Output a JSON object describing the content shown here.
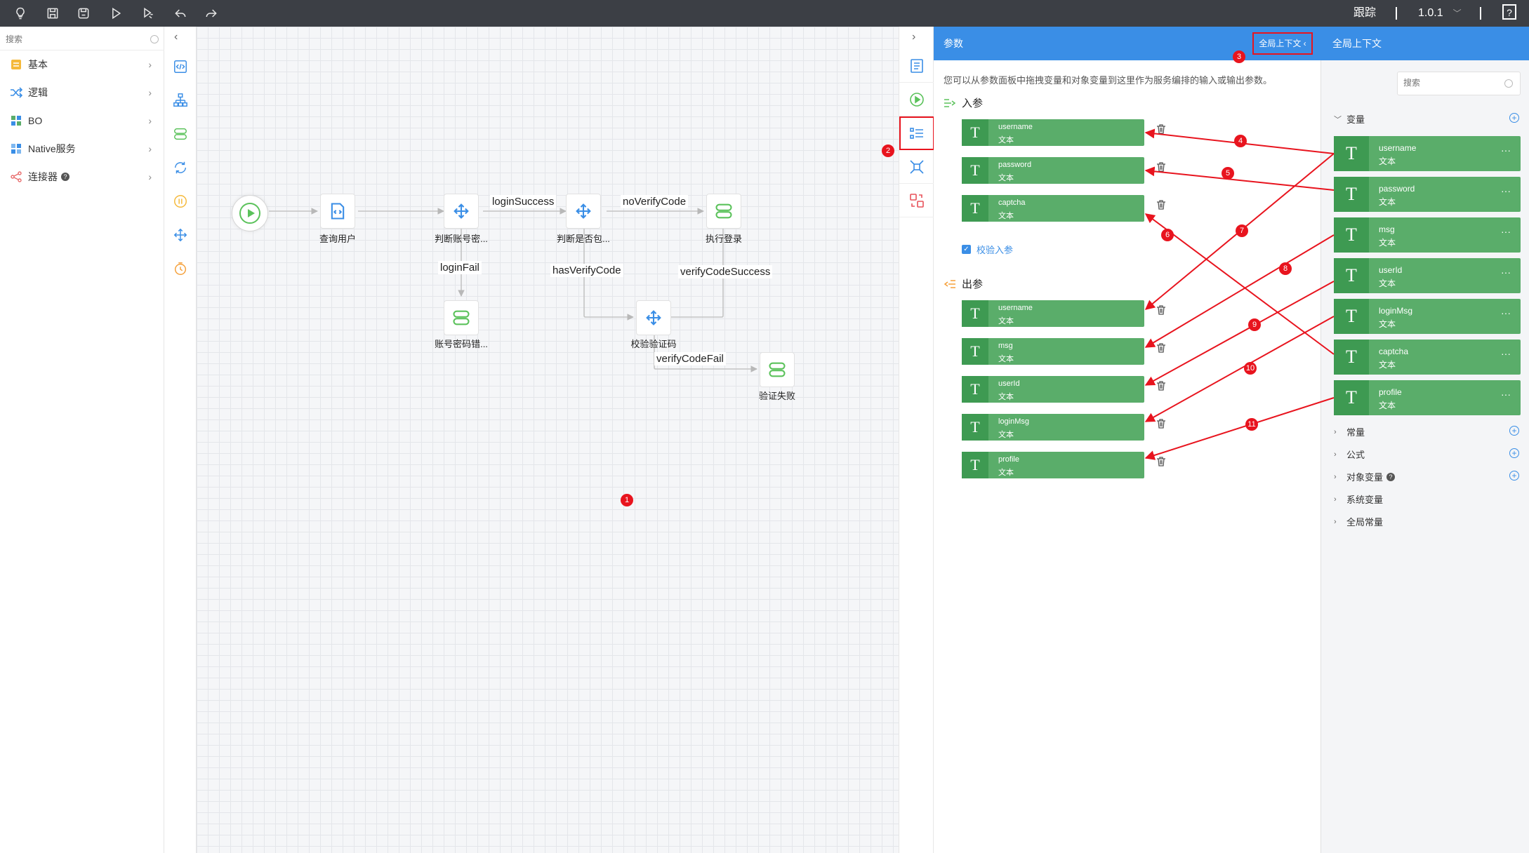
{
  "topbar": {
    "trace_label": "跟踪",
    "version": "1.0.1",
    "help_label": "?",
    "icons": [
      "bulb-icon",
      "save-icon",
      "save-as-icon",
      "run-icon",
      "debug-icon",
      "undo-icon",
      "redo-icon"
    ]
  },
  "left_panel": {
    "search_placeholder": "搜索",
    "categories": [
      {
        "label": "基本",
        "icon": "basic-icon",
        "color": "#f5b93a"
      },
      {
        "label": "逻辑",
        "icon": "logic-icon",
        "color": "#3a8ee6"
      },
      {
        "label": "BO",
        "icon": "bo-icon",
        "color": "#5aad6a"
      },
      {
        "label": "Native服务",
        "icon": "native-service-icon",
        "color": "#3a8ee6"
      },
      {
        "label": "连接器",
        "icon": "connector-icon",
        "color": "#e86b6b",
        "badge": "?"
      }
    ]
  },
  "canvas": {
    "nodes": [
      {
        "label": "查询用户"
      },
      {
        "label": "判断账号密..."
      },
      {
        "label": "判断是否包..."
      },
      {
        "label": "执行登录"
      },
      {
        "label": "账号密码错..."
      },
      {
        "label": "校验验证码"
      },
      {
        "label": "验证失败"
      }
    ],
    "edges": {
      "login_success": "loginSuccess",
      "no_verify_code": "noVerifyCode",
      "login_fail": "loginFail",
      "has_verify_code": "hasVerifyCode",
      "verify_code_success": "verifyCodeSuccess",
      "verify_code_fail": "verifyCodeFail"
    },
    "marker": "1"
  },
  "markers": {
    "m2": "2",
    "m3": "3",
    "m4": "4",
    "m5": "5",
    "m6": "6",
    "m7": "7",
    "m8": "8",
    "m9": "9",
    "m10": "10",
    "m11": "11"
  },
  "params": {
    "title": "参数",
    "context_button": "全局上下文 ‹",
    "description": "您可以从参数面板中拖拽变量和对象变量到这里作为服务编排的输入或输出参数。",
    "inputs_title": "入参",
    "outputs_title": "出参",
    "verify_label": "校验入参",
    "inputs": [
      {
        "name": "username",
        "type": "文本"
      },
      {
        "name": "password",
        "type": "文本"
      },
      {
        "name": "captcha",
        "type": "文本"
      }
    ],
    "outputs": [
      {
        "name": "username",
        "type": "文本"
      },
      {
        "name": "msg",
        "type": "文本"
      },
      {
        "name": "userId",
        "type": "文本"
      },
      {
        "name": "loginMsg",
        "type": "文本"
      },
      {
        "name": "profile",
        "type": "文本"
      }
    ],
    "type_glyph": "T"
  },
  "context": {
    "title": "全局上下文",
    "search_placeholder": "搜索",
    "variables_label": "变量",
    "variables": [
      {
        "name": "username",
        "type": "文本"
      },
      {
        "name": "password",
        "type": "文本"
      },
      {
        "name": "msg",
        "type": "文本"
      },
      {
        "name": "userId",
        "type": "文本"
      },
      {
        "name": "loginMsg",
        "type": "文本"
      },
      {
        "name": "captcha",
        "type": "文本"
      },
      {
        "name": "profile",
        "type": "文本"
      }
    ],
    "more_glyph": "···",
    "tree": [
      {
        "label": "常量",
        "plus": true
      },
      {
        "label": "公式",
        "plus": true
      },
      {
        "label": "对象变量",
        "plus": true,
        "badge": "?"
      },
      {
        "label": "系统变量",
        "plus": false
      },
      {
        "label": "全局常量",
        "plus": false
      }
    ]
  },
  "colors": {
    "accent": "#3a8ee6",
    "card_green": "#5aad6a",
    "marker_red": "#e8141e",
    "topbar": "#3c3f45"
  }
}
